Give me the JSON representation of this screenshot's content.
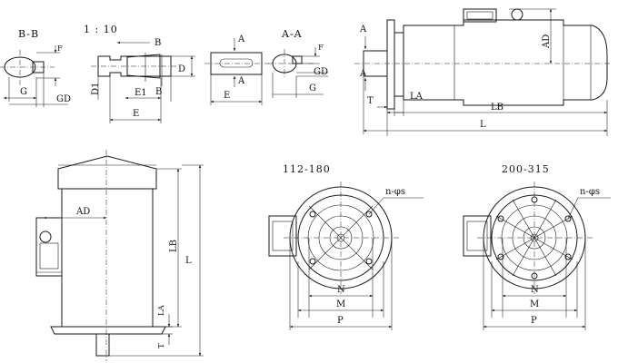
{
  "labels": {
    "bb": {
      "title": "B-B",
      "g": "G",
      "gd": "GD",
      "f": "F"
    },
    "key": {
      "scale": "1 : 10",
      "b_top": "B",
      "b_bottom": "B",
      "d1": "D1",
      "d": "D",
      "e1": "E1",
      "e": "E"
    },
    "shaft": {
      "a_top": "A",
      "a_bottom": "A",
      "e": "E"
    },
    "aa": {
      "title": "A-A",
      "f": "F",
      "gd": "GD",
      "g": "G"
    },
    "side": {
      "a_top": "A",
      "a_bottom": "A",
      "ad": "AD",
      "t": "T",
      "la": "LA",
      "lb": "LB",
      "l": "L"
    },
    "vert": {
      "ad": "AD",
      "lb": "LB",
      "l": "L",
      "la": "LA",
      "t": "T"
    },
    "flange_small": {
      "title": "112-180",
      "holes": "n-φs",
      "n": "N",
      "m": "M",
      "p": "P"
    },
    "flange_large": {
      "title": "200-315",
      "holes": "n-φs",
      "n": "N",
      "m": "M",
      "p": "P"
    }
  }
}
